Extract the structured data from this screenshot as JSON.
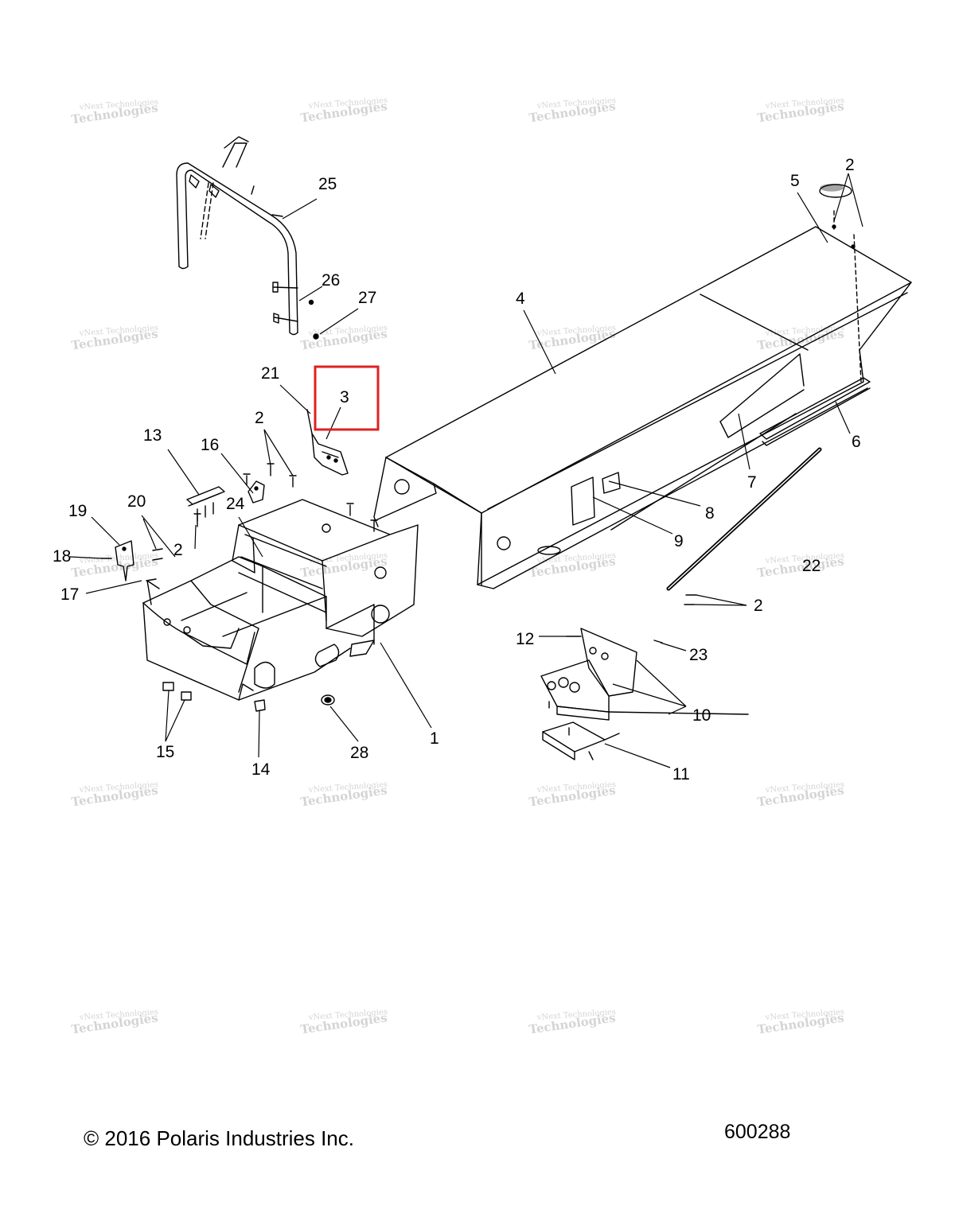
{
  "watermark": {
    "line1": "vNext Technologies",
    "line2": "Technologies"
  },
  "labels": {
    "p1": "1",
    "p2a": "2",
    "p2b": "2",
    "p2c": "2",
    "p2d": "2",
    "p3": "3",
    "p4": "4",
    "p5": "5",
    "p6": "6",
    "p7": "7",
    "p8": "8",
    "p9": "9",
    "p10": "10",
    "p11": "11",
    "p12": "12",
    "p13": "13",
    "p14": "14",
    "p15": "15",
    "p16": "16",
    "p17": "17",
    "p18": "18",
    "p19": "19",
    "p20": "20",
    "p21": "21",
    "p22": "22",
    "p23": "23",
    "p24": "24",
    "p25": "25",
    "p26": "26",
    "p27": "27",
    "p28": "28"
  },
  "highlight": {
    "color": "#e02020",
    "part": "3"
  },
  "footer": {
    "copyright": "© 2016 Polaris Industries Inc.",
    "drawing_number": "600288"
  }
}
